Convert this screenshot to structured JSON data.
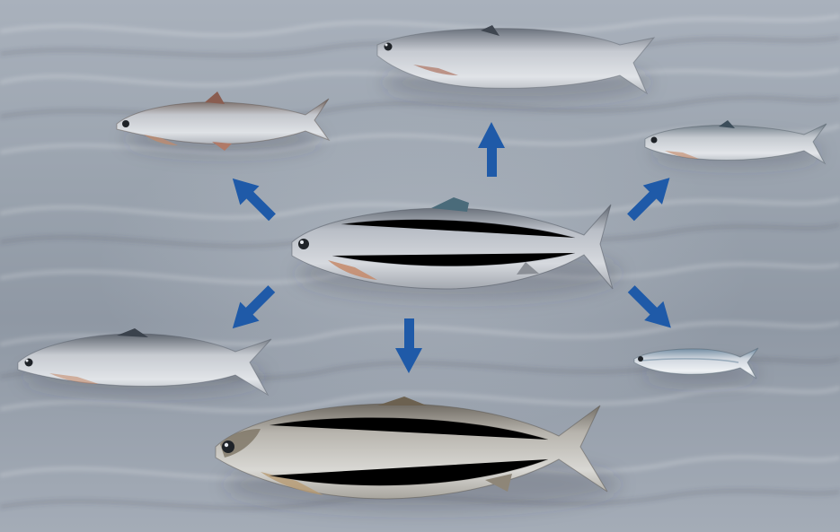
{
  "scene": {
    "background_color": "#9aa3ae",
    "arrow_color": "#1f5aa8",
    "fish": [
      {
        "id": "center-fish",
        "body_color": "#b9bec6",
        "back_color": "#5f6670",
        "fin_color": "#4a6b7a"
      },
      {
        "id": "top-fish",
        "body_color": "#c6cad1",
        "back_color": "#6b727d",
        "fin_color": "#7a5e56"
      },
      {
        "id": "upper-left-fish",
        "body_color": "#c3c6cc",
        "back_color": "#6d5d57",
        "fin_color": "#b07a68"
      },
      {
        "id": "upper-right-fish",
        "body_color": "#c5cad0",
        "back_color": "#6e7b86",
        "fin_color": "#3c4d5a"
      },
      {
        "id": "lower-left-fish",
        "body_color": "#c7cbd1",
        "back_color": "#5f6670",
        "fin_color": "#8a6a64"
      },
      {
        "id": "lower-right-fish",
        "body_color": "#cfd6de",
        "back_color": "#6f8aa0",
        "fin_color": "#2f4656"
      },
      {
        "id": "bottom-fish",
        "body_color": "#b7b4ad",
        "back_color": "#6f6a62",
        "fin_color": "#6c6150"
      }
    ],
    "arrows": [
      "up",
      "up-left",
      "up-right",
      "down-left",
      "down",
      "down-right"
    ]
  }
}
